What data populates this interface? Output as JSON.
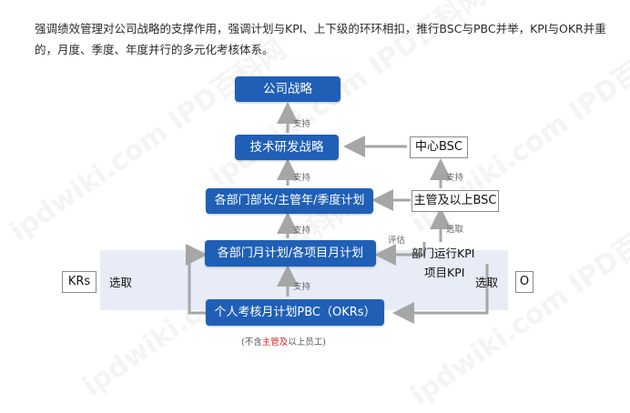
{
  "intro": "强调绩效管理对公司战略的支撑作用，强调计划与KPI、上下级的环环相扣，推行BSC与PBC并举，KPI与OKR并重的，月度、季度、年度并行的多元化考核体系。",
  "boxes": {
    "strategy": "公司战略",
    "tech": "技术研发战略",
    "dept": "各部门部长/主管年/季度计划",
    "monthly": "各部门月计划/各项目月计划",
    "pbc": "个人考核月计划PBC（OKRs）",
    "center_bsc": "中心BSC",
    "mgr_bsc": "主管及以上BSC",
    "krs": "KRs",
    "o": "O"
  },
  "labels": {
    "support1": "支持",
    "support2": "支持",
    "support3": "支持",
    "support4": "支持",
    "support_right": "支持",
    "select_right": "选取",
    "evaluate": "评估",
    "dept_kpi": "部门运行KPI",
    "project_kpi": "项目KPI",
    "select_left": "选取",
    "select_bottom_right": "选取"
  },
  "note": {
    "prefix": "(不含",
    "red": "主管及",
    "suffix": "以上员工)"
  },
  "watermark": "ipdwiki.com IPD百科网"
}
